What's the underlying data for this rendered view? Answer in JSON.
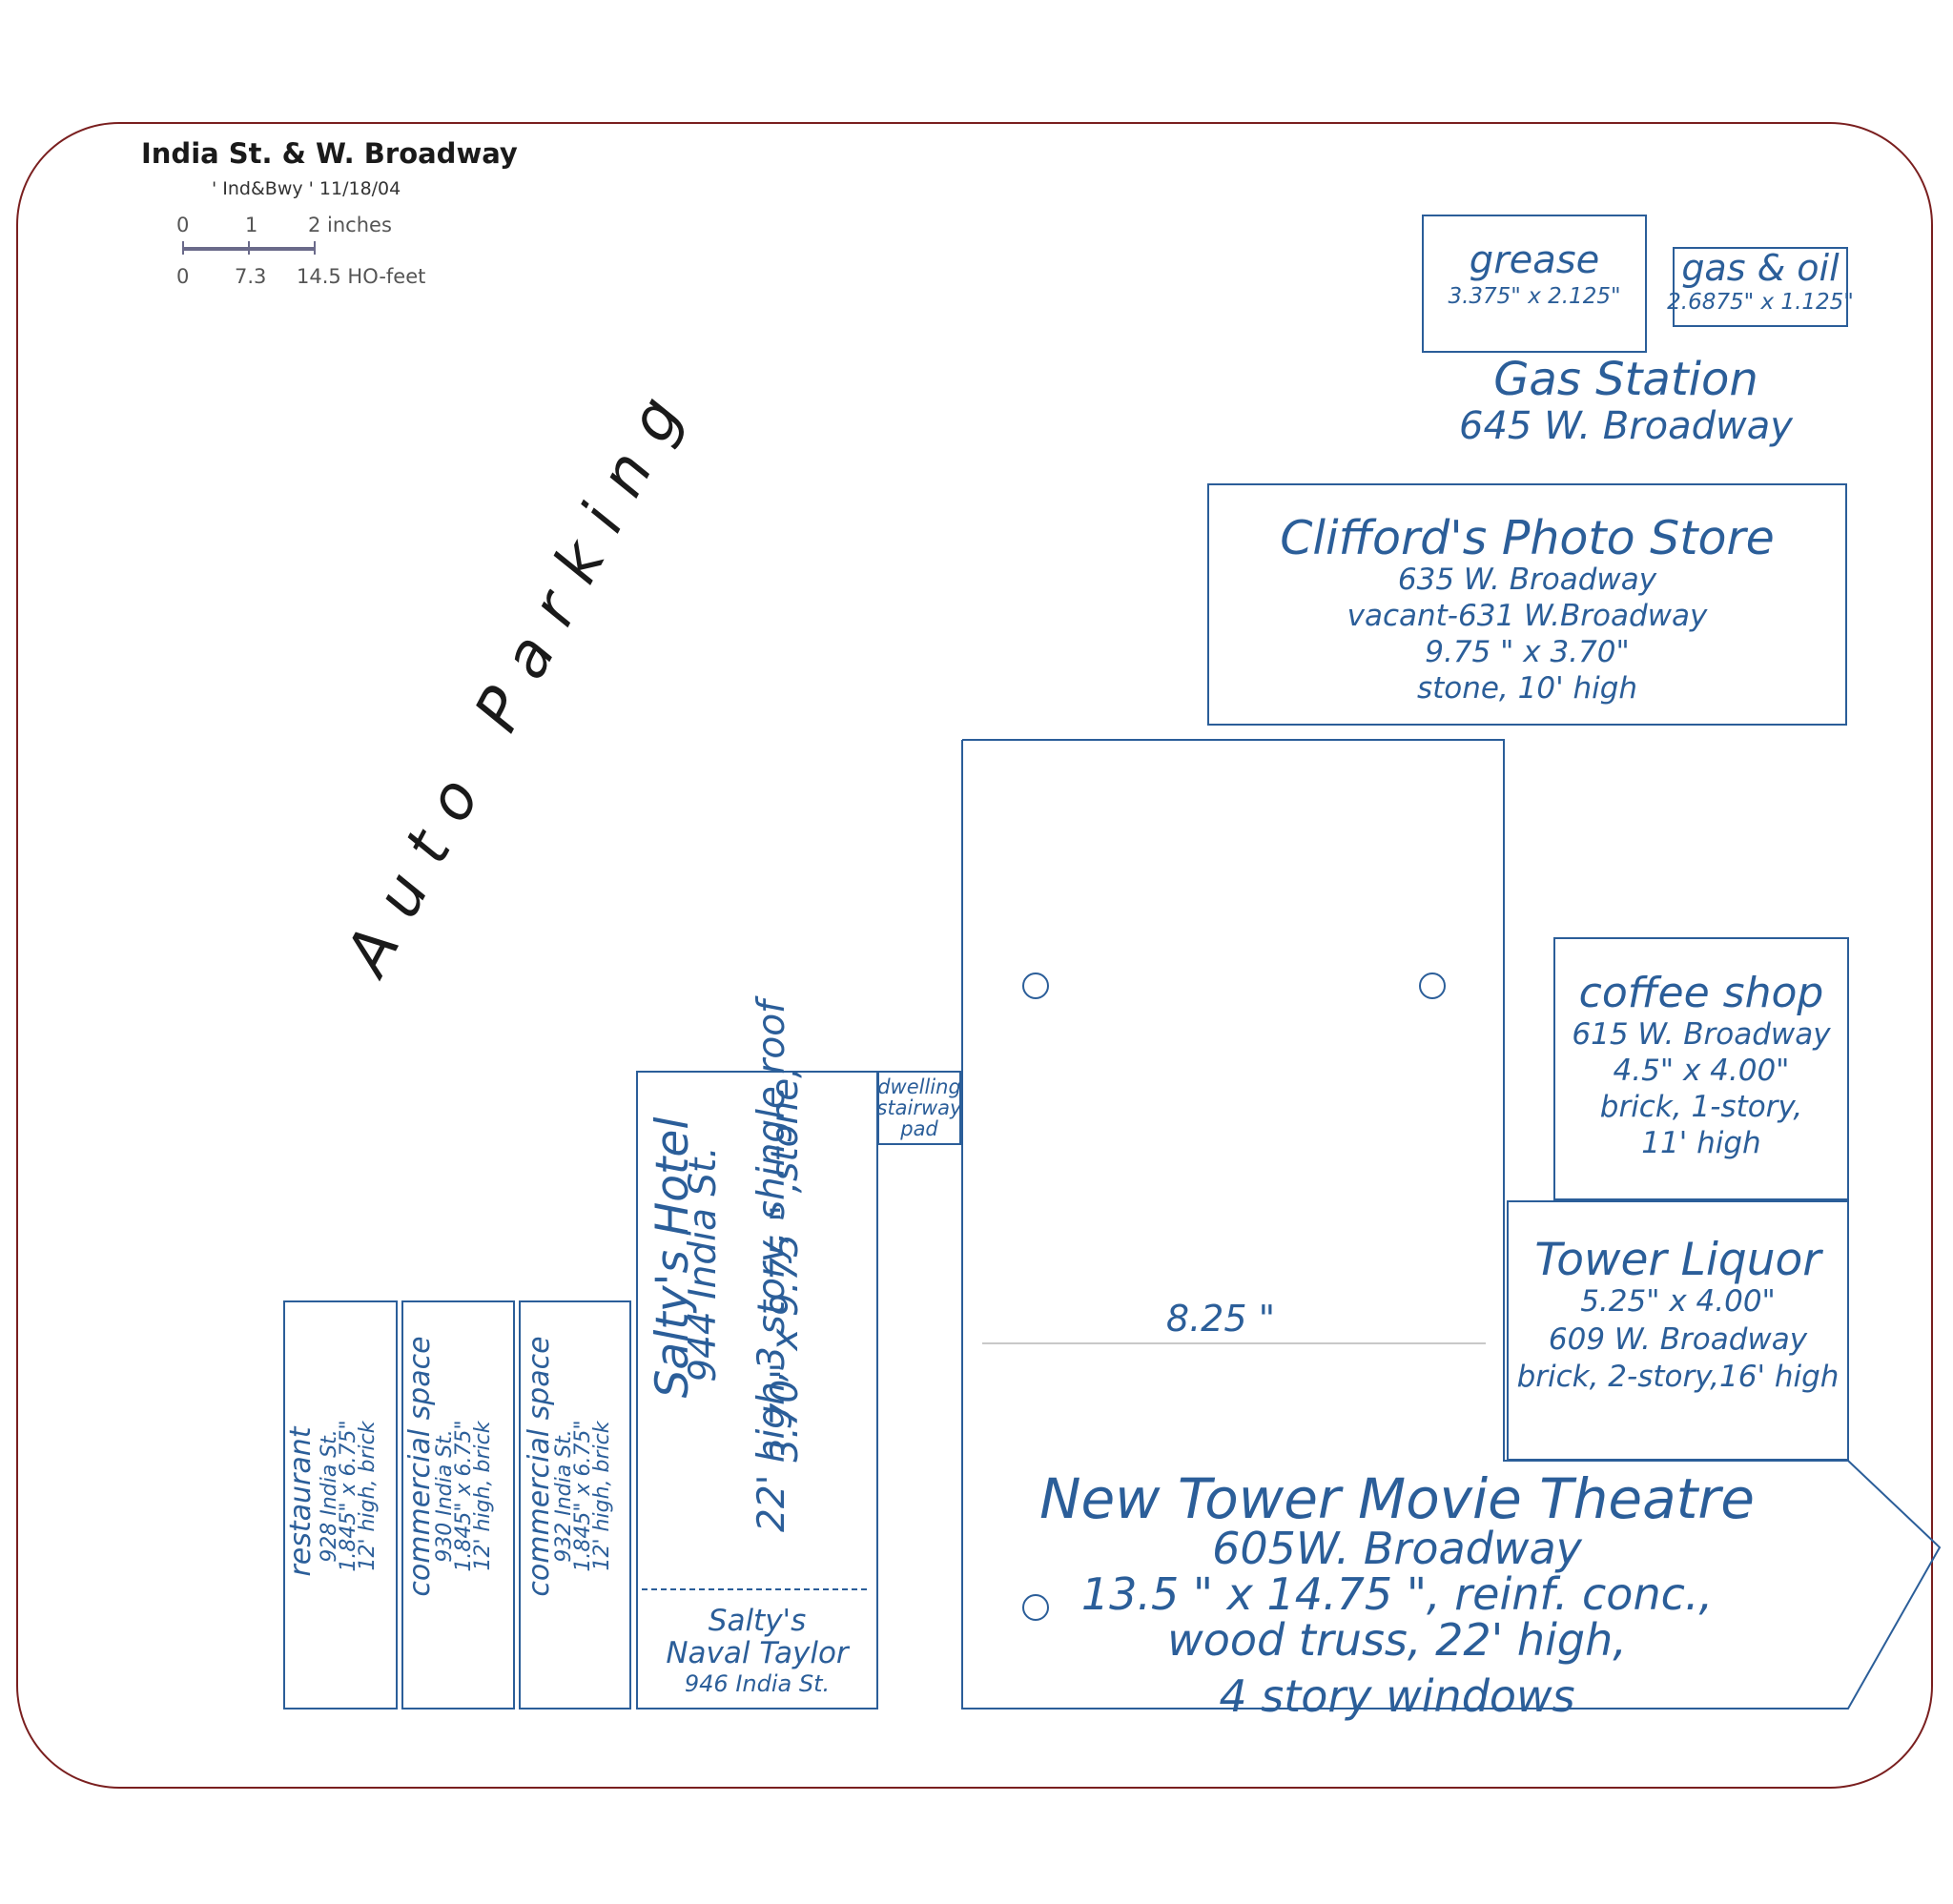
{
  "header": {
    "title": "India St. & W. Broadway",
    "subtitle": "' Ind&Bwy '   11/18/04"
  },
  "scale": {
    "inch_0": "0",
    "inch_1": "1",
    "inch_2": "2 inches",
    "feet_0": "0",
    "feet_1": "7.3",
    "feet_2": "14.5 HO-feet"
  },
  "area_label": "Auto Parking",
  "buildings": {
    "grease": {
      "name": "grease",
      "size": "3.375\" x 2.125\""
    },
    "gas_oil": {
      "name": "gas & oil",
      "size": "2.6875\" x 1.125\""
    },
    "gas_station": {
      "name": "Gas Station",
      "address": "645 W. Broadway"
    },
    "cliffords": {
      "name": "Clifford's Photo Store",
      "line1": "635 W. Broadway",
      "line2": "vacant-631 W.Broadway",
      "line3": "9.75 \" x 3.70\"",
      "line4": "stone, 10' high"
    },
    "coffee": {
      "name": "coffee shop",
      "line1": "615 W. Broadway",
      "line2": "4.5\" x 4.00\"",
      "line3": "brick, 1-story,",
      "line4": "11' high"
    },
    "liquor": {
      "name": "Tower Liquor",
      "line1": "5.25\" x 4.00\"",
      "line2": "609 W. Broadway",
      "line3": "brick, 2-story,16' high"
    },
    "theatre": {
      "name": "New Tower Movie Theatre",
      "line1": "605W. Broadway",
      "line2": "13.5 \" x 14.75 \", reinf. conc.,",
      "line3": "wood truss, 22' high,",
      "line4": "4 story windows",
      "dimension": "8.25 \""
    },
    "dwelling": {
      "line1": "dwelling",
      "line2": "stairway",
      "line3": "pad"
    },
    "saltys_hotel": {
      "name": "Salty's Hotel",
      "line1": "944 India St.",
      "line2": "3.70\" x 9.75 \" ,stone,",
      "line3": "22' high,3 story, shingle roof"
    },
    "naval_taylor": {
      "line1": "Salty's",
      "line2": "Naval Taylor",
      "line3": "946 India St."
    },
    "restaurant": {
      "name": "restaurant",
      "line1": "928 India St.",
      "line2": "1.845\" x 6.75\"",
      "line3": "12' high, brick"
    },
    "commercial_930": {
      "name": "commercial space",
      "line1": "930 India St.",
      "line2": "1.845\" x 6.75\"",
      "line3": "12' high, brick"
    },
    "commercial_932": {
      "name": "commercial space",
      "line1": "932 India St.",
      "line2": "1.845\" x 6.75\"",
      "line3": "12' high, brick"
    }
  },
  "colors": {
    "outline": "#2b5e99",
    "frame": "#7a1f1f",
    "text_dark": "#1a1a1a"
  }
}
